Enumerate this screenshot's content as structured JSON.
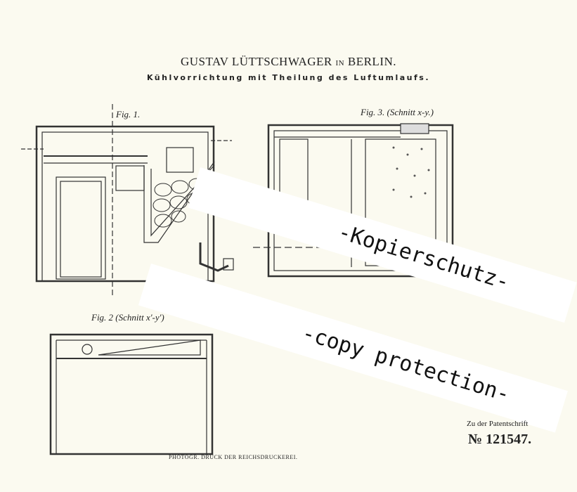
{
  "header": {
    "inventor": "Gustav Lüttschwager",
    "conj": "in",
    "city": "Berlin.",
    "subtitle": "Kühlvorrichtung mit Theilung des Luftumlaufs."
  },
  "figures": {
    "fig1": "Fig. 1.",
    "fig2": "Fig. 2 (Schnitt x'-y')",
    "fig3": "Fig. 3. (Schnitt x-y.)"
  },
  "watermark": {
    "line1": "-Kopierschutz-",
    "line2": "-copy protection-"
  },
  "footer": {
    "reference": "Zu der Patentschrift",
    "number": "№ 121547.",
    "printer": "PHOTOGR. DRUCK DER REICHSDRUCKEREI."
  }
}
